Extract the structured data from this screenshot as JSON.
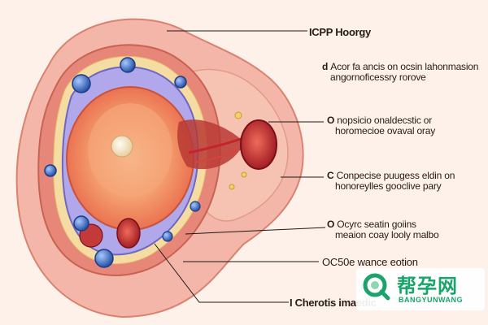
{
  "labels": {
    "title": "ICPP Hoorgy",
    "item1": {
      "bullet": "d",
      "line1": "Acor fa ancis on ocsin lahonmasion",
      "line2": "angornoficessry rorove"
    },
    "item2": {
      "bullet": "O",
      "line1": "nopsicio onaldecstic or",
      "line2": "horomecioe ovaval oray"
    },
    "item3": {
      "bullet": "C",
      "line1": "Conpecise puugess eldin on",
      "line2": "honoreylles gooclive pary"
    },
    "item4": {
      "bullet": "O",
      "line1": "Ocyrc seatin goiins",
      "line2": "meaion coay looly malbo"
    },
    "item5": {
      "text": "OC50e wance eotion"
    },
    "bottom": {
      "text": "I Cherotis imaedic"
    }
  },
  "watermark": {
    "cn": "帮孕网",
    "en": "BANGYUNWANG"
  },
  "colors": {
    "background": "#fdf1e9",
    "outer_tissue": "#f3b6a8",
    "inner_tissue": "#e7877a",
    "membrane": "#8f86d8",
    "vessel_blue": "#2f5fb8",
    "follicle": "#f08a55",
    "nucleus": "#fbe7c6",
    "clot": "#c4242a",
    "watermark_green": "#1aa36b"
  }
}
